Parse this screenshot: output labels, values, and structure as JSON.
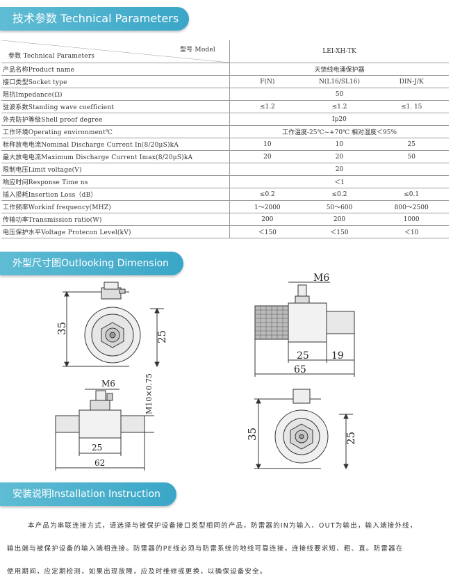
{
  "sections": {
    "params_title": "技术参数 Technical Parameters",
    "dims_title": "外型尺寸图Outlooking Dimension",
    "install_title": "安装说明Installation Instruction"
  },
  "table": {
    "model_label": "型号 Model",
    "param_label": "参数 Technical Parameters",
    "model_value": "LEI-XH-TK",
    "rows": [
      {
        "label": "产品名称Product name",
        "values": [
          "天馈线电涌保护器"
        ]
      },
      {
        "label": "接口类型Socket type",
        "values": [
          "F(N)",
          "N(L16/SL16)",
          "DIN-J/K"
        ]
      },
      {
        "label": "阻抗Impedance(Ω)",
        "values": [
          "50"
        ]
      },
      {
        "label": "驻波系数Standing wave coefficient",
        "values": [
          "≤1.2",
          "≤1.2",
          "≤1. 15"
        ]
      },
      {
        "label": "外壳防护等级Shell proof degree",
        "values": [
          "Ip20"
        ]
      },
      {
        "label": "工作环境Operating environment℃",
        "values": [
          "工作温度-25℃~+70℃ 相对湿度＜95%"
        ]
      },
      {
        "label": "标称放电电流Nominal Discharge Current In(8/20μS)kA",
        "values": [
          "10",
          "10",
          "25"
        ]
      },
      {
        "label": "最大放电电流Maximum Discharge Current Imax(8/20μS)kA",
        "values": [
          "20",
          "20",
          "50"
        ]
      },
      {
        "label": "限制电压Limit voltage(V)",
        "values": [
          "20"
        ]
      },
      {
        "label": "响应时间Response Time ns",
        "values": [
          "＜1"
        ]
      },
      {
        "label": "插入损耗Insertion Loss（dB）",
        "values": [
          "≤0.2",
          "≤0.2",
          "≤0.1"
        ]
      },
      {
        "label": "工作频率Workinf frequency(MHZ)",
        "values": [
          "1～2000",
          "50～600",
          "800～2500"
        ]
      },
      {
        "label": "传输功率Transmission ratio(W)",
        "values": [
          "200",
          "200",
          "1000"
        ]
      },
      {
        "label": "电压保护水平Voltage Protecon Level(kV)",
        "values": [
          "＜150",
          "＜150",
          "＜10"
        ]
      }
    ]
  },
  "dims": {
    "d1_h": "35",
    "d1_w": "25",
    "d2_m": "M6",
    "d2_a": "25",
    "d2_b": "19",
    "d2_c": "65",
    "d3_m": "M6",
    "d3_thread": "M10×0.75",
    "d3_a": "25",
    "d3_b": "62",
    "d4_h": "35",
    "d4_w": "25"
  },
  "install": {
    "p1": "本产品为串联连接方式，请选择与被保护设备接口类型相同的产品，防雷器的IN为输入、OUT为输出，输入端接外线，",
    "p2": "输出端与被保护设备的输入端相连接。防雷器的PE线必须与防雷系统的地线可靠连接，连接线要求短、粗、直。防雷器在",
    "p3": "使用期间，应定期检测，如果出现故障，应及时维修或更换，以确保设备安全。"
  }
}
